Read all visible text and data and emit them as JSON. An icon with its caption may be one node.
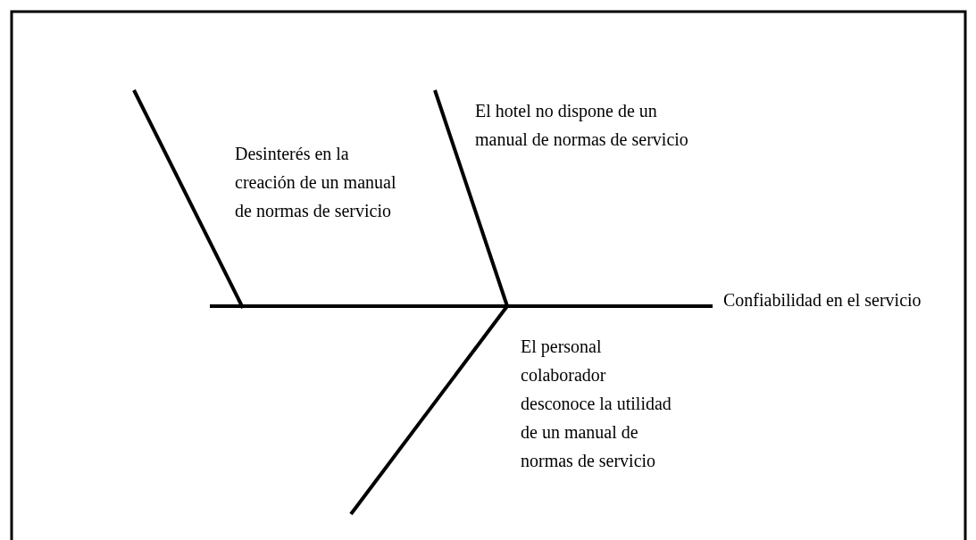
{
  "diagram": {
    "nodes": [
      {
        "text": [
          "Desinterés en la creación de un manual de normas de servicio"
        ]
      },
      {
        "text": [
          "El hotel no dispone de un manual de normas de servicio"
        ]
      },
      {
        "text": [
          "El personal colaborador desconoce la utilidad de un manual de normas de servicio"
        ]
      },
      {
        "text": [
          "Confiabilidad en el servicio"
        ]
      }
    ],
    "edges": [
      {
        "from": null,
        "to": 3,
        "arrow": "none"
      }
    ]
  }
}
